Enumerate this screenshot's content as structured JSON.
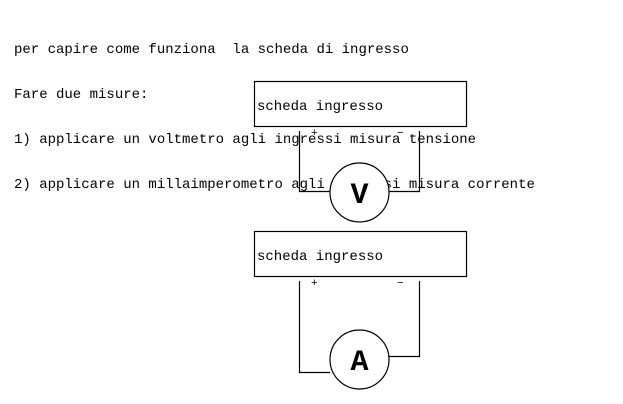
{
  "intro": {
    "line1": "per capire come funziona  la scheda di ingresso",
    "line2": "Fare due misure:",
    "line3": "1) applicare un voltmetro agli ingressi misura tensione",
    "line4": "2) applicare un millaimperometro agli ingressi misura corrente"
  },
  "diagram_voltmeter": {
    "board_label": "scheda ingresso",
    "plus_label": "+",
    "minus_label": "−",
    "meter_symbol": "V",
    "meter_icon": "voltmeter-icon"
  },
  "diagram_ammeter": {
    "board_label": "scheda ingresso",
    "plus_label": "+",
    "minus_label": "−",
    "meter_symbol": "A",
    "meter_icon": "ammeter-icon"
  },
  "colors": {
    "stroke": "#000000",
    "background": "#ffffff"
  }
}
